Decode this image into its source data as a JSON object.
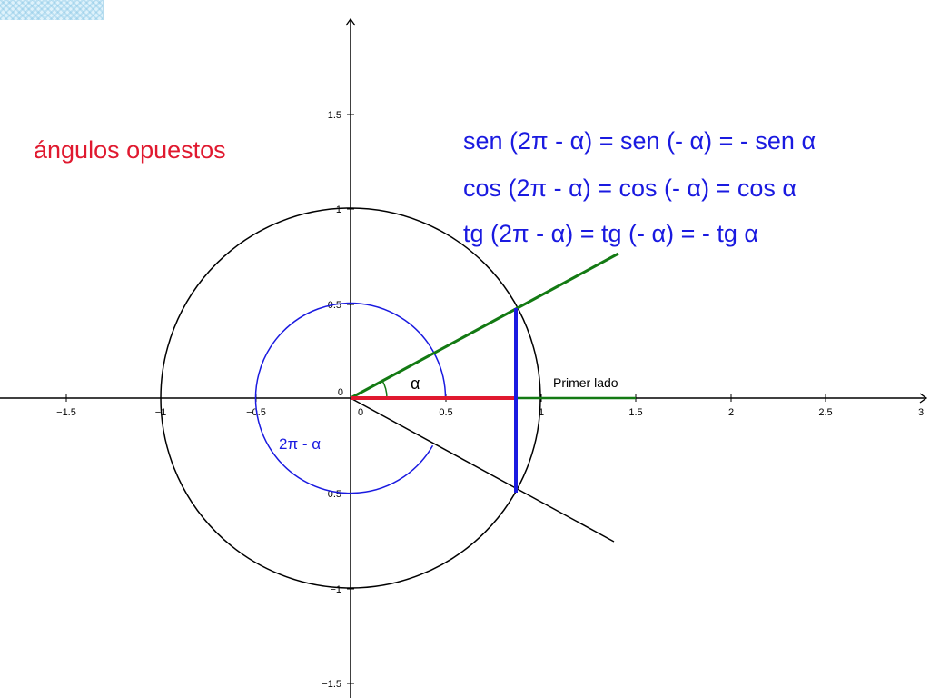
{
  "title": "ángulos opuestos",
  "formulas": {
    "sen": "sen (2π - α) = sen (- α) = - sen α",
    "cos": "cos (2π - α) = cos (- α) = cos α",
    "tg": "tg (2π - α) = tg (- α) = - tg α"
  },
  "labels": {
    "alpha": "α",
    "two_pi_minus_alpha": "2π - α",
    "primer_lado": "Primer lado"
  },
  "axes": {
    "x_ticks": [
      "−1.5",
      "−1",
      "−0.5",
      "0",
      "0.5",
      "1",
      "1.5",
      "2",
      "2.5",
      "3"
    ],
    "y_ticks": [
      "1.5",
      "1",
      "0.5",
      "0",
      "−0.5",
      "−1",
      "−1.5"
    ]
  },
  "geometry_data": {
    "unit_circle_radius": 1,
    "inner_arc_radius": 0.5,
    "angle_alpha_deg": 30
  },
  "colors": {
    "title": "#e0192f",
    "formulas": "#1a1ae0",
    "terminal_side": "#137a13",
    "cosine_segment": "#e0192f",
    "sine_segment": "#1a1ae0",
    "circle": "#000000",
    "inner_arc": "#1a1ae0"
  }
}
